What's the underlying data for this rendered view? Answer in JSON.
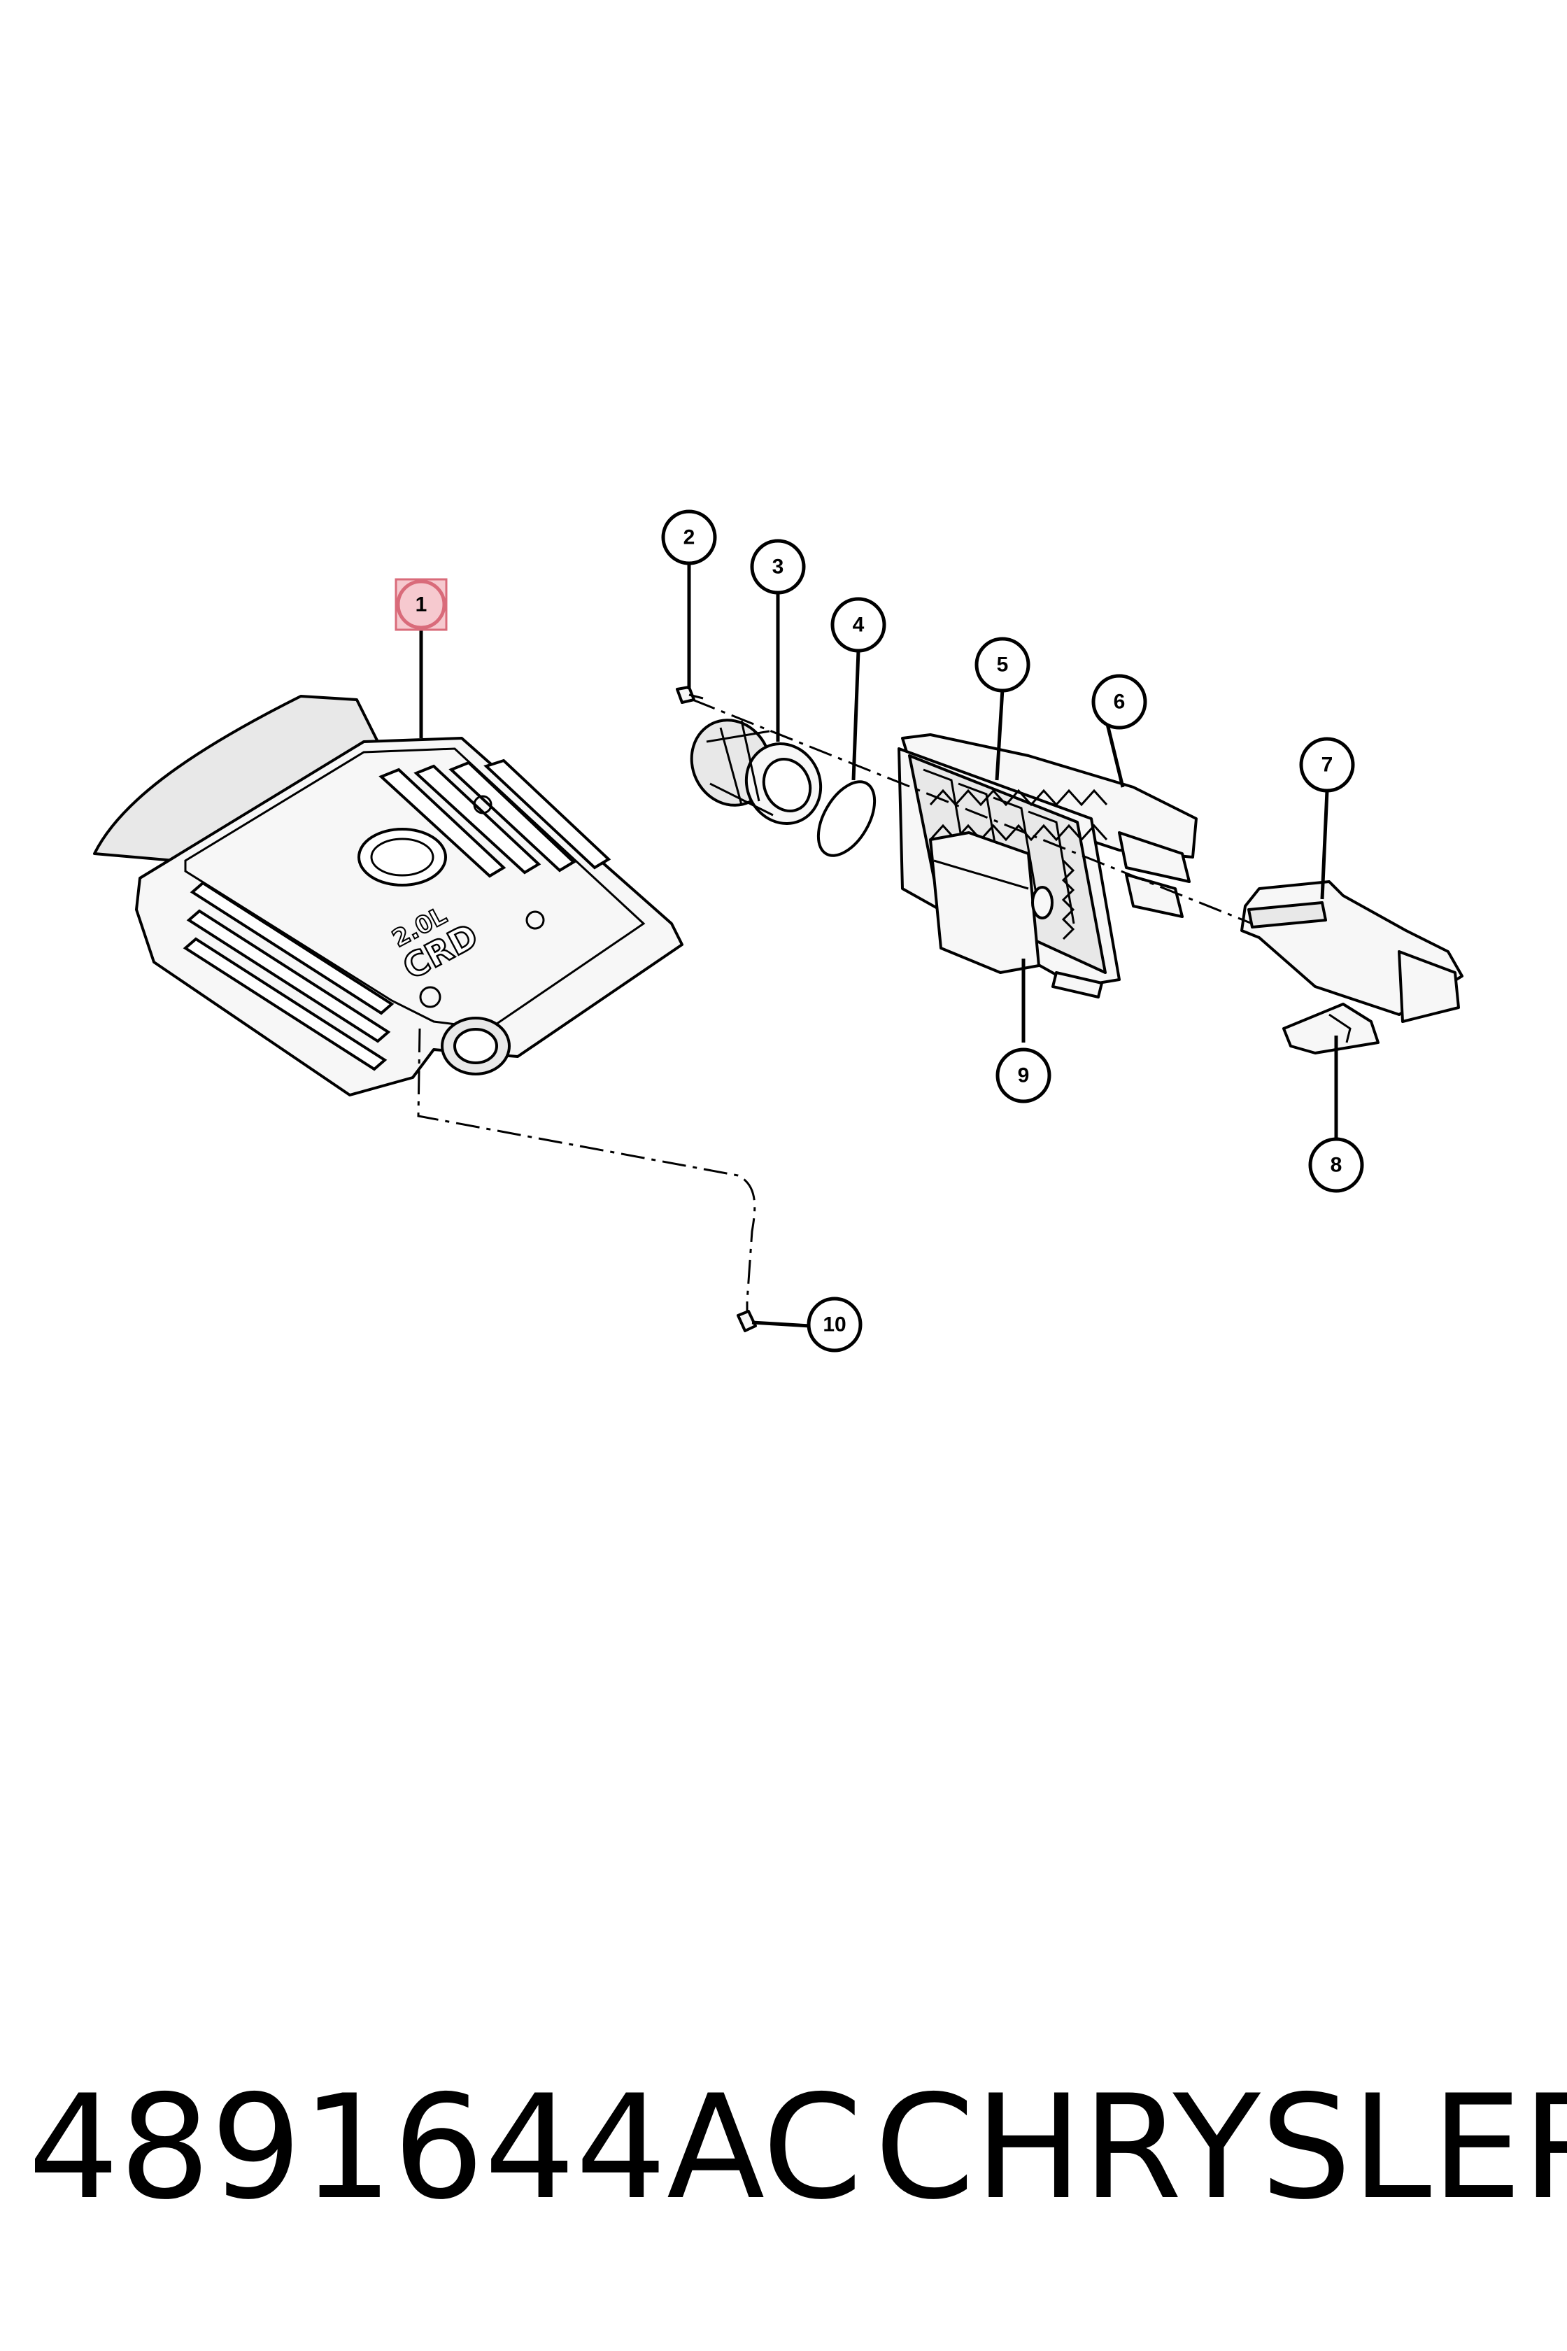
{
  "diagram": {
    "callouts": [
      "1",
      "2",
      "3",
      "4",
      "5",
      "6",
      "7",
      "8",
      "9",
      "10"
    ],
    "highlighted_callout": "1",
    "cover_badge": {
      "line1": "2.0L",
      "line2": "CRD"
    }
  },
  "footer": {
    "part_number": "4891644AC",
    "brand": "CHRYSLER"
  },
  "colors": {
    "highlight_fill": "#f6c9cf",
    "highlight_stroke": "#d96b7a",
    "line": "#000000",
    "background": "#ffffff"
  }
}
